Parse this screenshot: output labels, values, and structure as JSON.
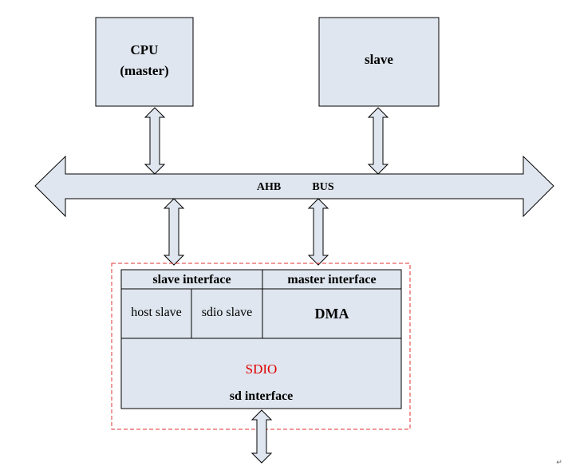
{
  "colors": {
    "box_fill": "#dfe6ef",
    "stroke": "#000000",
    "dashed_border": "#e03030",
    "sdio_text": "#e00000"
  },
  "cpu": {
    "line1": "CPU",
    "line2": "(master)"
  },
  "slave_box": {
    "label": "slave"
  },
  "bus": {
    "label_left": "AHB",
    "label_right": "BUS"
  },
  "sdio": {
    "slave_interface": "slave interface",
    "master_interface": "master interface",
    "host_slave": "host slave",
    "sdio_slave": "sdio slave",
    "dma": "DMA",
    "core_label": "SDIO",
    "sd_interface": "sd interface"
  },
  "corner_mark": "↵"
}
